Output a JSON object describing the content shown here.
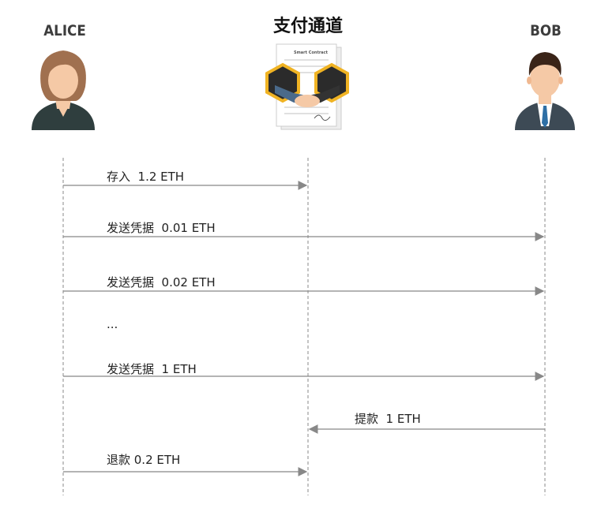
{
  "title": "支付通道",
  "actors": {
    "alice": "ALICE",
    "bob": "BOB"
  },
  "contract_label": "Smart Contract",
  "messages": [
    {
      "from": "alice",
      "to": "channel",
      "label": "存入  1.2 ETH"
    },
    {
      "from": "alice",
      "to": "bob",
      "label": "发送凭据  0.01 ETH"
    },
    {
      "from": "alice",
      "to": "bob",
      "label": "发送凭据  0.02 ETH"
    },
    {
      "from": "none",
      "to": "none",
      "label": "..."
    },
    {
      "from": "alice",
      "to": "bob",
      "label": "发送凭据  1 ETH"
    },
    {
      "from": "bob",
      "to": "channel",
      "label": "提款  1 ETH"
    },
    {
      "from": "alice",
      "to": "channel",
      "label": "退款 0.2 ETH"
    }
  ],
  "colors": {
    "line": "#888888",
    "alice_hair": "#a0704f",
    "skin": "#f5c9a6",
    "alice_shirt": "#2f3e3e",
    "bob_hair": "#3a2418",
    "bob_suit": "#3d4a55",
    "bob_tie": "#2e6fa5",
    "hex_border": "#f0b323",
    "hex_fill": "#2b2b2b"
  }
}
